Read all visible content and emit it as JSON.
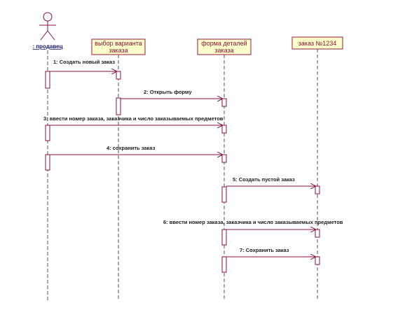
{
  "diagram": {
    "actor": {
      "label": ": продавец"
    },
    "objects": [
      {
        "line1": "выбор варианта",
        "line2": "заказа"
      },
      {
        "line1": "форма деталей",
        "line2": "заказа"
      },
      {
        "line1": "заказ №1234",
        "line2": ""
      }
    ],
    "messages": [
      {
        "label": "1: Создать новый заказ"
      },
      {
        "label": "2: Открыть форму"
      },
      {
        "label": "3: ввести номер заказа, заказчика и число заказываемых предметов"
      },
      {
        "label": "4: сохранить заказ"
      },
      {
        "label": "5: Создать пустой заказ"
      },
      {
        "label": "6: ввести номер заказа, заказчика и число заказываемых предметов"
      },
      {
        "label": "7: Сохранить заказ"
      }
    ],
    "colors": {
      "line": "#8a0f3a",
      "object_fill": "#ffffcc",
      "object_border": "#9a1a40",
      "actor": "#8a0f3a",
      "text": "#1a1a1a"
    }
  }
}
